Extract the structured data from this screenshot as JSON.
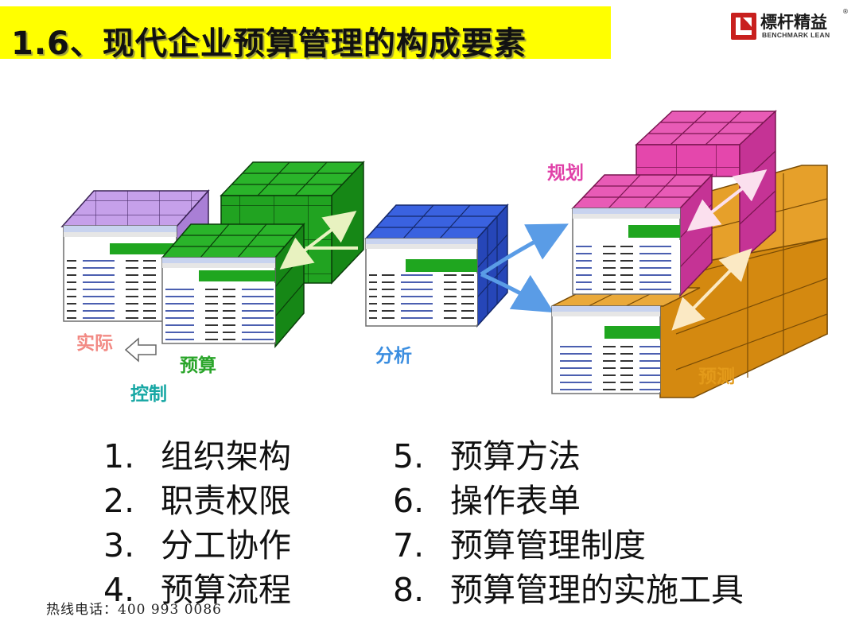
{
  "title": "1.6、现代企业预算管理的构成要素",
  "logo": {
    "name": "標杆精益",
    "subtitle": "BENCHMARK LEAN",
    "reg_mark": "®"
  },
  "diagram": {
    "labels": {
      "actual": "实际",
      "budget": "预算",
      "control": "控制",
      "analysis": "分析",
      "planning": "规划",
      "forecast": "预测"
    },
    "colors": {
      "actual": "#f28a84",
      "budget": "#2aa52a",
      "control": "#17a7a4",
      "analysis": "#3b8ee0",
      "planning": "#e040a8",
      "forecast": "#e39a1a",
      "cube_green": "#1fa61f",
      "cube_blue": "#2f55d4",
      "cube_magenta": "#e040a8",
      "cube_orange": "#e39a1a",
      "cube_purple": "#c39be8"
    }
  },
  "items": [
    {
      "num": "1.",
      "text": "组织架构"
    },
    {
      "num": "2.",
      "text": "职责权限"
    },
    {
      "num": "3.",
      "text": "分工协作"
    },
    {
      "num": "4.",
      "text": "预算流程"
    },
    {
      "num": "5.",
      "text": "预算方法"
    },
    {
      "num": "6.",
      "text": "操作表单"
    },
    {
      "num": "7.",
      "text": "预算管理制度"
    },
    {
      "num": "8.",
      "text": "预算管理的实施工具"
    }
  ],
  "hotline": "热线电话：400 993 0086"
}
